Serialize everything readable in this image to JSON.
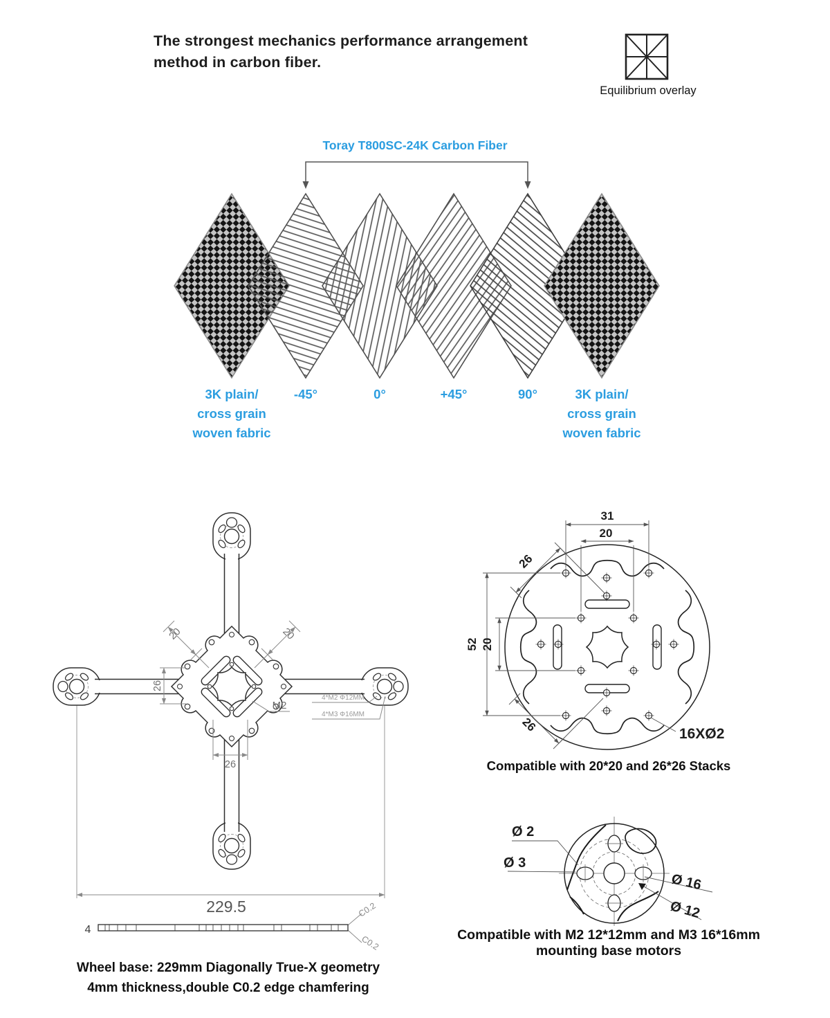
{
  "header": {
    "title_line1": "The strongest mechanics performance arrangement",
    "title_line2": "method in carbon fiber.",
    "overlay_label": "Equilibrium overlay"
  },
  "layup": {
    "material_label": "Toray T800SC-24K Carbon Fiber",
    "accent_color": "#2B9DE0",
    "layers": [
      {
        "label": "3K plain/\ncross grain\nwoven fabric",
        "pattern": "3k-plain-weave"
      },
      {
        "label": "-45°",
        "pattern": "hatch-minus-45"
      },
      {
        "label": "0°",
        "pattern": "hatch-0"
      },
      {
        "label": "+45°",
        "pattern": "hatch-plus-45"
      },
      {
        "label": "90°",
        "pattern": "hatch-90"
      },
      {
        "label": "3K plain/\ncross grain\nwoven fabric",
        "pattern": "3k-plain-weave"
      }
    ]
  },
  "frame_drawing": {
    "dim_slot_left": "20",
    "dim_slot_right": "20",
    "dim_center_vertical": "26",
    "dim_center_horizontal": "26",
    "hole_label": "M2",
    "mount_leader_m2": "4*M2 Φ12MM",
    "mount_leader_m3": "4*M3 Φ16MM",
    "dim_wheelbase": "229.5",
    "dim_thickness": "4",
    "chamfer_top": "C0.2",
    "chamfer_bottom": "C0.2",
    "caption": "Wheel base: 229mm Diagonally True-X geometry\n4mm  thickness,double C0.2 edge chamfering"
  },
  "stack_drawing": {
    "dim_outer_pitch": "31",
    "dim_inner_pitch": "20",
    "dim_diag_top": "26",
    "dim_height": "52",
    "dim_inner_height": "20",
    "dim_diag_bottom": "26",
    "holes_label": "16XØ2",
    "caption": "Compatible with 20*20 and 26*26  Stacks"
  },
  "motor_drawing": {
    "dim_d2": "Ø 2",
    "dim_d3": "Ø 3",
    "dim_d16": "Ø 16",
    "dim_d12": "Ø 12",
    "caption_line1": "Compatible with M2 12*12mm and M3 16*16mm",
    "caption_line2": "mounting base motors"
  }
}
